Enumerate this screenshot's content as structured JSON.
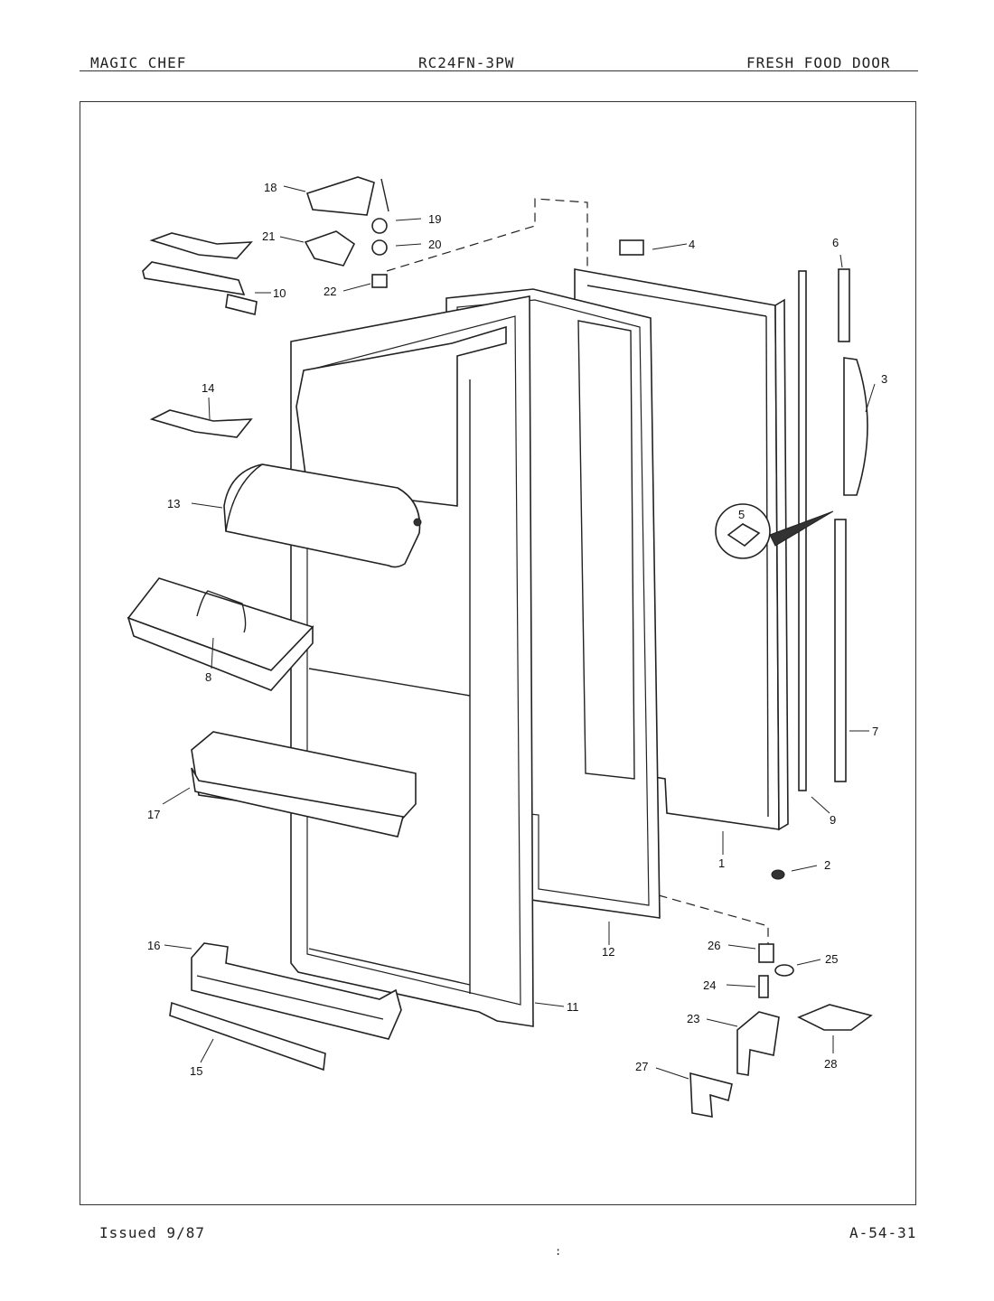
{
  "header": {
    "brand": "MAGIC CHEF",
    "model": "RC24FN-3PW",
    "section": "FRESH FOOD DOOR"
  },
  "footer": {
    "issued": "Issued 9/87",
    "page_code": "A-54-31",
    "mark": ":"
  },
  "callouts": [
    "1",
    "2",
    "3",
    "4",
    "5",
    "6",
    "7",
    "8",
    "9",
    "10",
    "11",
    "12",
    "13",
    "14",
    "15",
    "16",
    "17",
    "18",
    "19",
    "20",
    "21",
    "22",
    "23",
    "24",
    "25",
    "26",
    "27",
    "28"
  ]
}
